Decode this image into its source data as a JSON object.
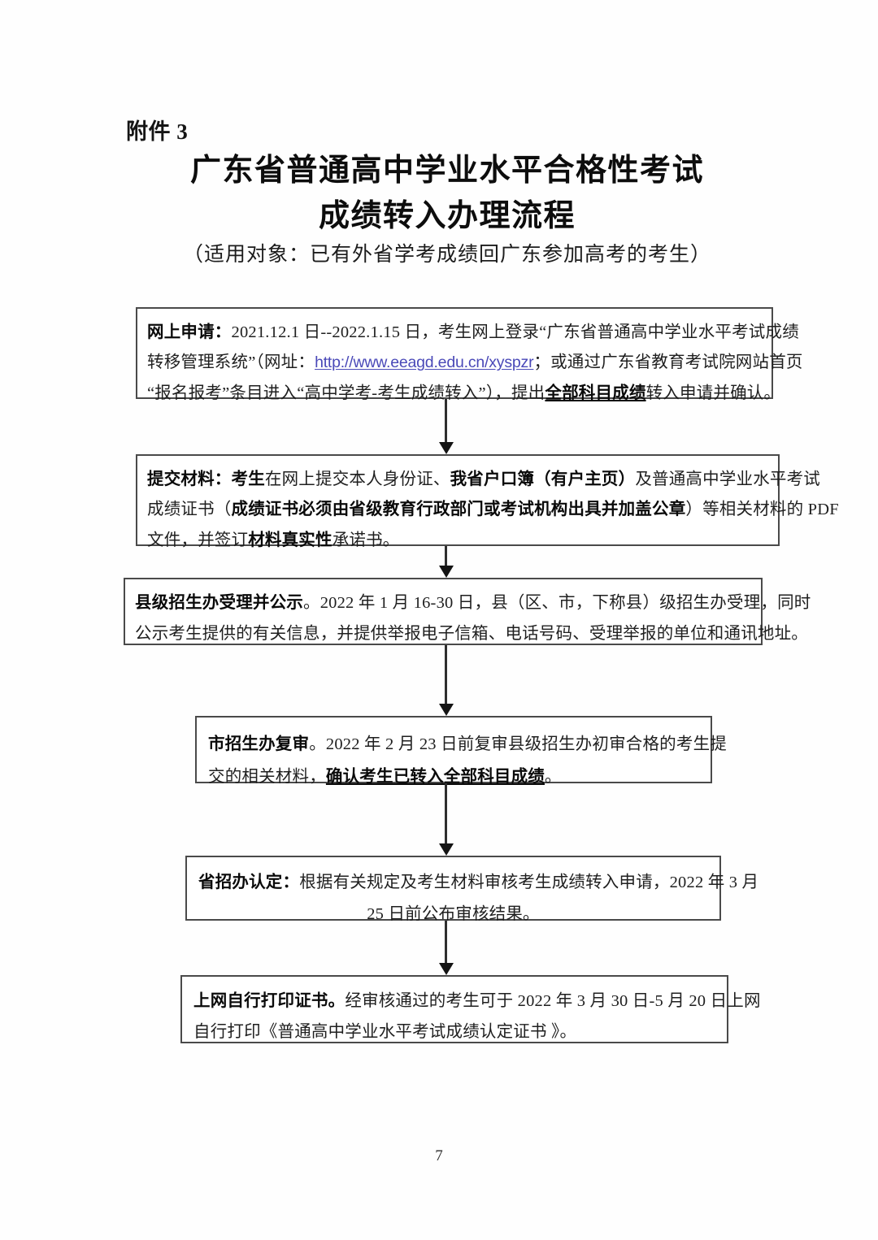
{
  "document": {
    "attachment_label": "附件 3",
    "title_line_1": "广东省普通高中学业水平合格性考试",
    "title_line_2": "成绩转入办理流程",
    "subtitle": "（适用对象：已有外省学考成绩回广东参加高考的考生）",
    "page_number": "7"
  },
  "flowchart": {
    "type": "vertical-flow",
    "step_count": 6,
    "steps": [
      {
        "id": "step-1",
        "heading": "网上申请：",
        "line_1_a": "2021.12.1 日--2022.1.15 日，考生网上登录“广东省普通高中学业水平考试成绩",
        "line_2_a": "转移管理系统”（网址：",
        "line_2_url": "http://www.eeagd.edu.cn/xyspzr",
        "line_2_b": "；或通过广东省教育考试院网站首页",
        "line_3_a": "“报名报考”条目进入“高中学考-考生成绩转入”），提出",
        "line_3_em": "全部科目成绩",
        "line_3_b": "转入申请并确认。",
        "full_text": "网上申请：2021.12.1 日--2022.1.15 日，考生网上登录“广东省普通高中学业水平考试成绩转移管理系统”（网址：http://www.eeagd.edu.cn/xyspzr；或通过广东省教育考试院网站首页“报名报考”条目进入“高中学考-考生成绩转入”），提出全部科目成绩转入申请并确认。"
      },
      {
        "id": "step-2",
        "heading": "提交材料：",
        "line_1_em1": "考生",
        "line_1_a": "在网上提交本人身份证、",
        "line_1_em2": "我省户口簿（有户主页）",
        "line_1_b": "及普通高中学业水平考试",
        "line_2_a": "成绩证书（",
        "line_2_em": "成绩证书必须由省级教育行政部门或考试机构出具并加盖公章",
        "line_2_b": "）等相关材料的 PDF",
        "line_3_a": "文件，并签订",
        "line_3_em": "材料真实性",
        "line_3_b": "承诺书。",
        "full_text": "提交材料：考生在网上提交本人身份证、我省户口簿（有户主页）及普通高中学业水平考试成绩证书（成绩证书必须由省级教育行政部门或考试机构出具并加盖公章）等相关材料的 PDF 文件，并签订材料真实性承诺书。"
      },
      {
        "id": "step-3",
        "heading": "县级招生办受理并公示",
        "line_1_a": "。2022 年 1 月 16-30 日，县（区、市，下称县）级招生办受理，同时",
        "line_2_a": "公示考生提供的有关信息，并提供举报电子信箱、电话号码、受理举报的单位和通讯地址。",
        "full_text": "县级招生办受理并公示。2022 年 1 月 16-30 日，县（区、市，下称县）级招生办受理，同时公示考生提供的有关信息，并提供举报电子信箱、电话号码、受理举报的单位和通讯地址。"
      },
      {
        "id": "step-4",
        "heading": "市招生办复审",
        "line_1_a": "。2022 年 2 月 23 日前复审县级招生办初审合格的考生提",
        "line_2_a": "交的相关材料，",
        "line_2_em": "确认考生已转入全部科目成绩",
        "line_2_b": "。",
        "full_text": "市招生办复审。2022 年 2 月 23 日前复审县级招生办初审合格的考生提交的相关材料，确认考生已转入全部科目成绩。"
      },
      {
        "id": "step-5",
        "heading": "省招办认定：",
        "line_1_a": "根据有关规定及考生材料审核考生成绩转入申请，2022 年 3 月",
        "line_2_a": "25 日前公布审核结果。",
        "full_text": "省招办认定：根据有关规定及考生材料审核考生成绩转入申请，2022 年 3 月 25 日前公布审核结果。"
      },
      {
        "id": "step-6",
        "heading": "上网自行打印证书。",
        "line_1_a": "经审核通过的考生可于 2022 年 3 月 30 日-5 月 20 日上网",
        "line_2_a": "自行打印《普通高中学业水平考试成绩认定证书 》。",
        "full_text": "上网自行打印证书。经审核通过的考生可于 2022 年 3 月 30 日-5 月 20 日上网自行打印《普通高中学业水平考试成绩认定证书 》。"
      }
    ],
    "connector_label": "down-arrow"
  },
  "colors": {
    "text": "#1a1a1a",
    "box_border": "#4a4a4a",
    "link": "#4a49b8",
    "arrow": "#141414",
    "background": "#ffffff"
  }
}
